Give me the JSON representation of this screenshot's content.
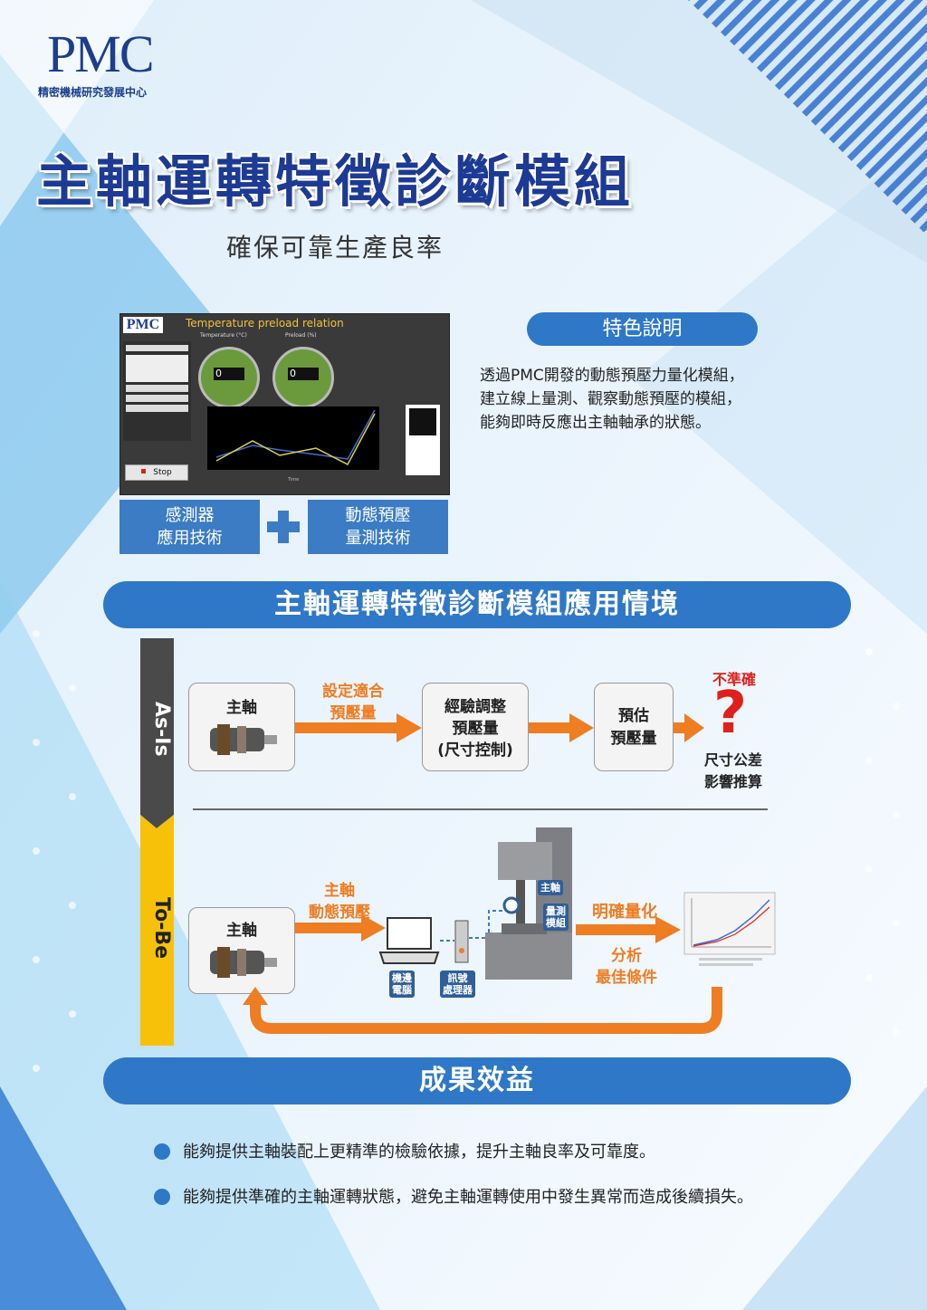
{
  "header": {
    "logo_text": "PMC",
    "org_name": "精密機械研究發展中心",
    "title": "主軸運轉特徵診斷模組",
    "subtitle": "確保可靠生產良率"
  },
  "software": {
    "window_title": "Temperature preload relation",
    "temperature_label": "Temperature (°C)",
    "preload_label": "Preload (%)",
    "gauge_1_value": "0",
    "gauge_2_value": "0",
    "stop_button": "Stop",
    "x_axis_label": "Time"
  },
  "features": {
    "pill_label": "特色說明",
    "description_lines": [
      "透過PMC開發的動態預壓力量化模組，",
      "建立線上量測、觀察動態預壓的模組，",
      "能夠即時反應出主軸軸承的狀態。"
    ],
    "tech_left": [
      "感測器",
      "應用技術"
    ],
    "tech_right": [
      "動態預壓",
      "量測技術"
    ]
  },
  "scenario": {
    "banner": "主軸運轉特徵診斷模組應用情境",
    "as_is": {
      "label": "As-Is",
      "spindle_label": "主軸",
      "arrow1_text": [
        "設定適合",
        "預壓量"
      ],
      "box2": [
        "經驗調整",
        "預壓量",
        "(尺寸控制)"
      ],
      "box3": [
        "預估",
        "預壓量"
      ],
      "inaccurate": "不準確",
      "question_mark": "?",
      "result": [
        "尺寸公差",
        "影響推算"
      ]
    },
    "to_be": {
      "label": "To-Be",
      "spindle_label": "主軸",
      "arrow1_text": [
        "主軸",
        "動態預壓"
      ],
      "machine_tag_spindle": "主軸",
      "machine_tag_module": [
        "量測",
        "模組"
      ],
      "pc_tag": [
        "機邊",
        "電腦"
      ],
      "processor_tag": [
        "訊號",
        "處理器"
      ],
      "quantify": "明確量化",
      "analysis": [
        "分析",
        "最佳條件"
      ]
    }
  },
  "results": {
    "banner": "成果效益",
    "items": [
      "能夠提供主軸裝配上更精準的檢驗依據，提升主軸良率及可靠度。",
      "能夠提供準確的主軸運轉狀態，避免主軸運轉使用中發生異常而造成後續損失。"
    ]
  },
  "colors": {
    "primary_blue": "#2f78c8",
    "title_blue": "#1d3a94",
    "orange": "#ef7d22",
    "as_is_bar": "#4a4a4a",
    "to_be_bar": "#f7c10a",
    "alert_red": "#e0201b"
  }
}
